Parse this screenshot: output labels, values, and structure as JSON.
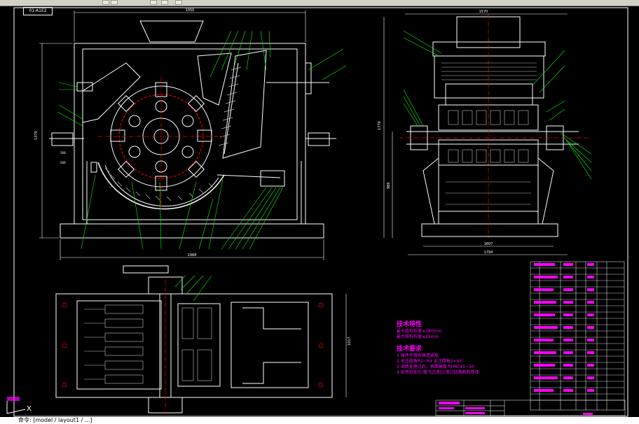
{
  "window": {
    "title_tag": "01-A1E2"
  },
  "dimensions": {
    "top_width": "1050",
    "left_height": "1370",
    "bottom_width": "1968",
    "side_width_top": "1570",
    "side_height": "1770",
    "side_height_lower": "986",
    "side_bottom_inner": "1607",
    "side_bottom_outer": "1794",
    "plan_height": "1017",
    "left_dim_a": "568",
    "left_dim_b": "566"
  },
  "notes": {
    "tech_char_title": "技术特性",
    "tech_char_lines": [
      "最大给料粒度≤180mm",
      "最大排料粒度≤25mm"
    ],
    "tech_req_title": "技术要求",
    "tech_req_lines": [
      "1  铸件不得有铸造缺陷",
      "2  未注圆角R2~R4    未注倒角2×45°",
      "3  调质处理过后，表面硬度为HRC45~50",
      "4  各密封处均  需飞边清口  清口处需刷防锈漆"
    ]
  },
  "command_line": "命令: [model / layout1 / ...]",
  "colors": {
    "background": "#000000",
    "outline": "#ffffff",
    "leader": "#00ff00",
    "centerline": "#ff0000",
    "hatch": "#c0c0c0",
    "text": "#ff00ff",
    "frame": "#ffffff"
  }
}
